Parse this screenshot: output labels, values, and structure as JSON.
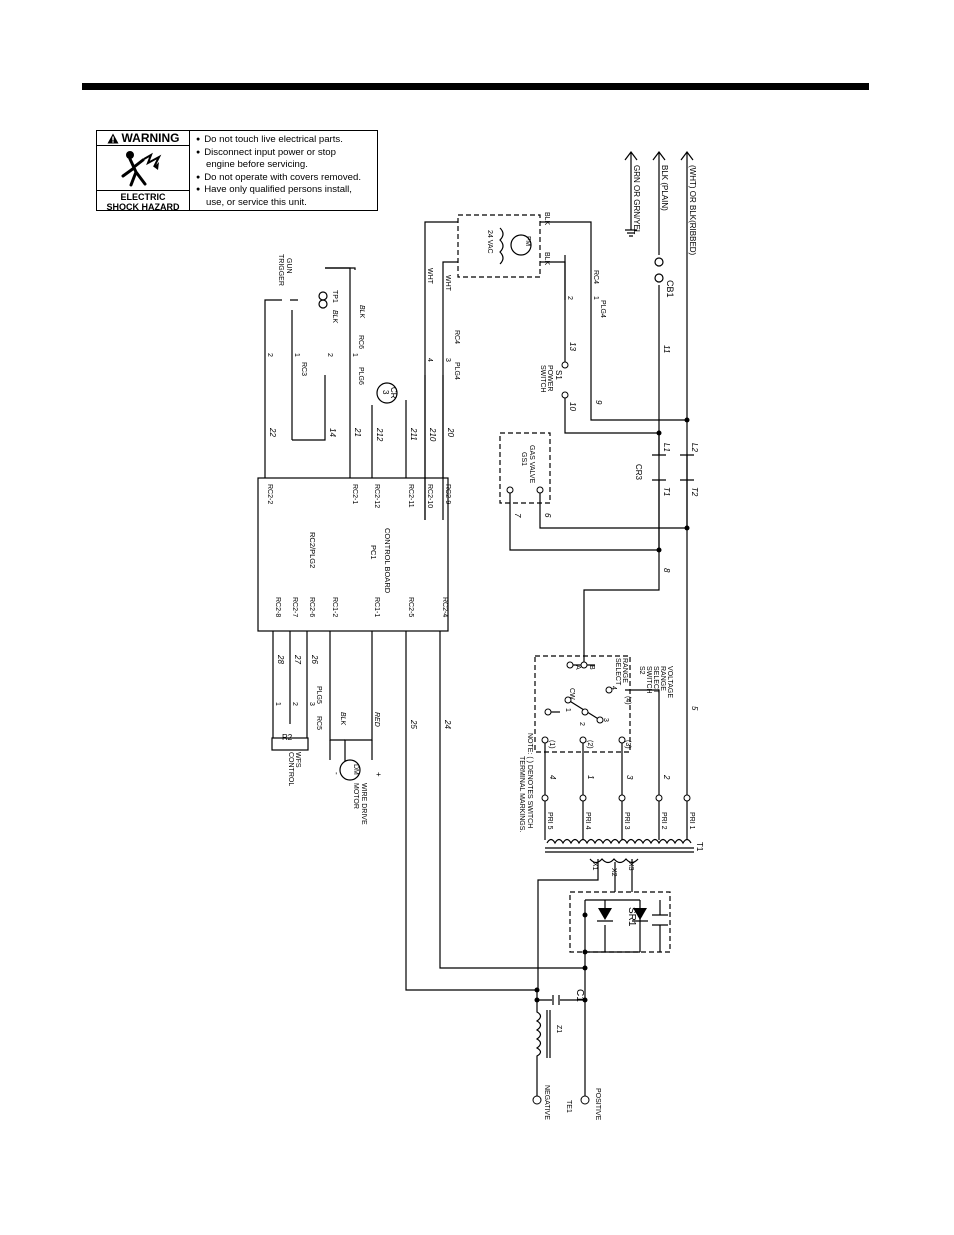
{
  "warning": {
    "title": "WARNING",
    "hazard_line1": "ELECTRIC",
    "hazard_line2": "SHOCK HAZARD",
    "items": [
      {
        "a": "Do not touch live electrical parts.",
        "b": ""
      },
      {
        "a": "Disconnect input power or stop",
        "b": "engine before servicing."
      },
      {
        "a": "Do not operate with covers removed.",
        "b": ""
      },
      {
        "a": "Have only qualified persons install,",
        "b": "use, or service this unit."
      }
    ]
  },
  "input_leads": {
    "wht": "(WHT)  OR  BLK(RIBBED)",
    "blk": "BLK  (PLAIN)",
    "grn": "GRN  OR  GRN/YEL",
    "cb1": "CB1"
  },
  "fan": {
    "label": "FM",
    "vac": "24 VAC",
    "wires": [
      "BLK",
      "BLK",
      "WHT",
      "WHT"
    ]
  },
  "plg4": {
    "rc": "RC4",
    "plg": "PLG4",
    "pins": [
      "1",
      "2",
      "3",
      "4"
    ],
    "rc_b": "RC4",
    "plg_b": "PLG4"
  },
  "s1": {
    "name": "S1",
    "l1": "POWER",
    "l2": "SWITCH"
  },
  "wire_numbers": {
    "w9": "9",
    "w10": "10",
    "w11": "11",
    "w13": "13",
    "w12": "L2",
    "l1": "L1",
    "t1": "T1",
    "t2": "T2",
    "w6": "6",
    "w7": "7",
    "w8": "8",
    "w5": "5",
    "w1": "1",
    "w2": "2",
    "w3": "3",
    "w4": "4",
    "w20": "20",
    "w210": "210",
    "w211": "211",
    "w212": "212",
    "w21": "21",
    "w22": "22",
    "w14": "14",
    "w24": "24",
    "w25": "25",
    "w26": "26",
    "w27": "27",
    "w28": "28"
  },
  "cr3": {
    "name": "CR3",
    "coil_a": "CR",
    "coil_b": "3"
  },
  "gs1": {
    "l1": "GAS VALVE",
    "l2": "GS1"
  },
  "plg6": {
    "rc": "RC6",
    "plg": "PLG6",
    "rc3": "RC3",
    "pins": [
      "1",
      "2",
      "1",
      "2"
    ],
    "blk": "BLK",
    "blk2": "BLK",
    "tp1": "TP1",
    "gun1": "GUN",
    "gun2": "TRIGGER"
  },
  "pc1": {
    "l1": "CONTROL BOARD",
    "l2": "PC1",
    "l3": "RC2/PLG2",
    "left_pins": [
      "RC2-9",
      "RC2-10",
      "RC2-11",
      "RC2-12",
      "RC2-1",
      "RC2-2"
    ],
    "right_pins": [
      "RC2-4",
      "RC2-5",
      "RC1-1",
      "RC1-2",
      "RC2-6",
      "RC2-7",
      "RC2-8"
    ]
  },
  "s2": {
    "l1": "VOLTAGE",
    "l2": "RANGE",
    "l3": "SELECT",
    "l4": "SWITCH",
    "l5": "S2",
    "range1": "RANGE",
    "range2": "SELECT",
    "b": "B",
    "a": "A",
    "cw": "CW",
    "c1": "1",
    "c2": "2",
    "c3": "3",
    "c4": "4",
    "t1": "(1)",
    "t2": "(2)",
    "t3": "(3)",
    "t4": "(4)"
  },
  "note": {
    "l1": "NOTE: (  ) DENOTES SWITCH",
    "l2": "TERMINAL MARKINGS."
  },
  "dm": {
    "label": "DM",
    "l1": "WIRE DRIVE",
    "l2": "MOTOR",
    "plus": "+",
    "minus": "-",
    "red": "RED",
    "blk": "BLK"
  },
  "r2": {
    "label": "R2",
    "l1": "WFS",
    "l2": "CONTROL",
    "plg5": "PLG5",
    "rc5": "RC5",
    "p1": "1",
    "p2": "2",
    "p3": "3"
  },
  "t1x": {
    "name": "T1",
    "pri": [
      "PRI 1",
      "PRI 2",
      "PRI 3",
      "PRI 4",
      "PRI 5"
    ],
    "x1": "X1",
    "x2": "X2",
    "x3": "X3"
  },
  "sr1": {
    "label": "SR1"
  },
  "c1": {
    "label": "C1"
  },
  "z1": {
    "label": "Z1"
  },
  "te1": {
    "positive": "POSITIVE",
    "negative": "NEGATIVE",
    "label": "TE1"
  }
}
